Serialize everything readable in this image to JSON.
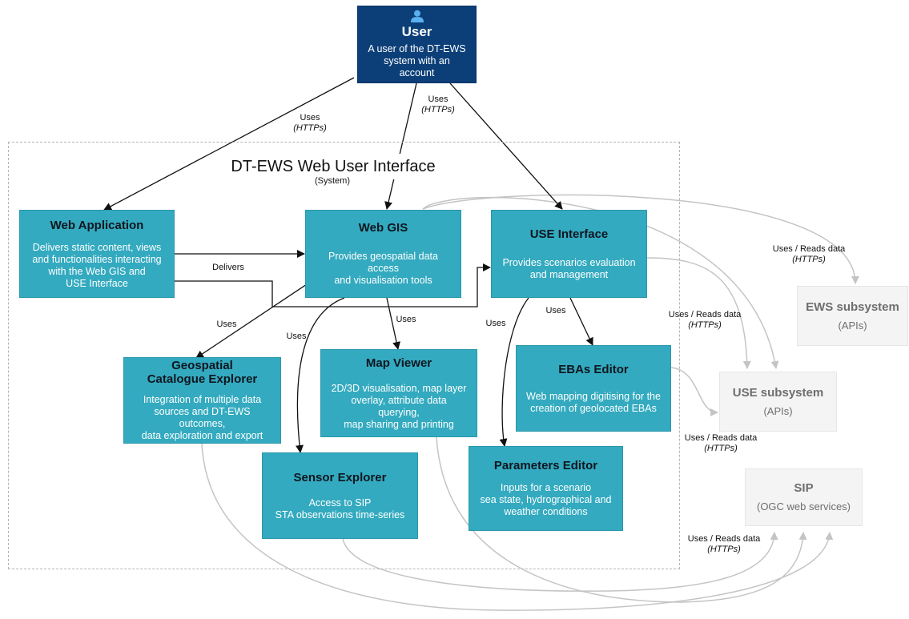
{
  "user": {
    "title": "User",
    "desc_line1": "A user of the DT-EWS",
    "desc_line2": "system with an account",
    "icon": "person-icon"
  },
  "system": {
    "title": "DT-EWS Web User Interface",
    "subtitle": "(System)"
  },
  "containers": {
    "web_application": {
      "title": "Web Application",
      "desc": [
        "Delivers static content, views",
        "and functionalities interacting",
        "with the Web GIS and",
        "USE Interface"
      ]
    },
    "web_gis": {
      "title": "Web GIS",
      "desc": [
        "Provides geospatial data access",
        "and visualisation tools"
      ]
    },
    "use_interface": {
      "title": "USE Interface",
      "desc": [
        "Provides scenarios evaluation",
        "and management"
      ]
    },
    "geospatial_catalogue": {
      "title": [
        "Geospatial",
        "Catalogue Explorer"
      ],
      "desc": [
        "Integration of multiple data",
        "sources and DT-EWS outcomes,",
        "data exploration and export"
      ]
    },
    "map_viewer": {
      "title": "Map Viewer",
      "desc": [
        "2D/3D visualisation, map layer",
        "overlay, attribute data querying,",
        "map sharing and printing"
      ]
    },
    "ebas_editor": {
      "title": "EBAs Editor",
      "desc": [
        "Web mapping digitising for the",
        "creation of geolocated EBAs"
      ]
    },
    "sensor_explorer": {
      "title": "Sensor Explorer",
      "desc": [
        "Access to SIP",
        "STA observations time-series"
      ]
    },
    "parameters_editor": {
      "title": "Parameters Editor",
      "desc": [
        "Inputs for a scenario",
        "sea state, hydrographical and",
        "weather conditions"
      ]
    }
  },
  "external": {
    "ews": {
      "title": "EWS subsystem",
      "desc": "(APIs)"
    },
    "use": {
      "title": "USE subsystem",
      "desc": "(APIs)"
    },
    "sip": {
      "title": "SIP",
      "desc": "(OGC web services)"
    }
  },
  "edge_labels": {
    "uses": "Uses",
    "https": "(HTTPs)",
    "delivers": "Delivers",
    "uses_reads": "Uses / Reads data"
  },
  "colors": {
    "teal": "#33aabf",
    "navy": "#0c3f78",
    "external_grey": "#f4f4f4",
    "dependency_line": "#c4c4c4",
    "arrow": "#111111"
  }
}
